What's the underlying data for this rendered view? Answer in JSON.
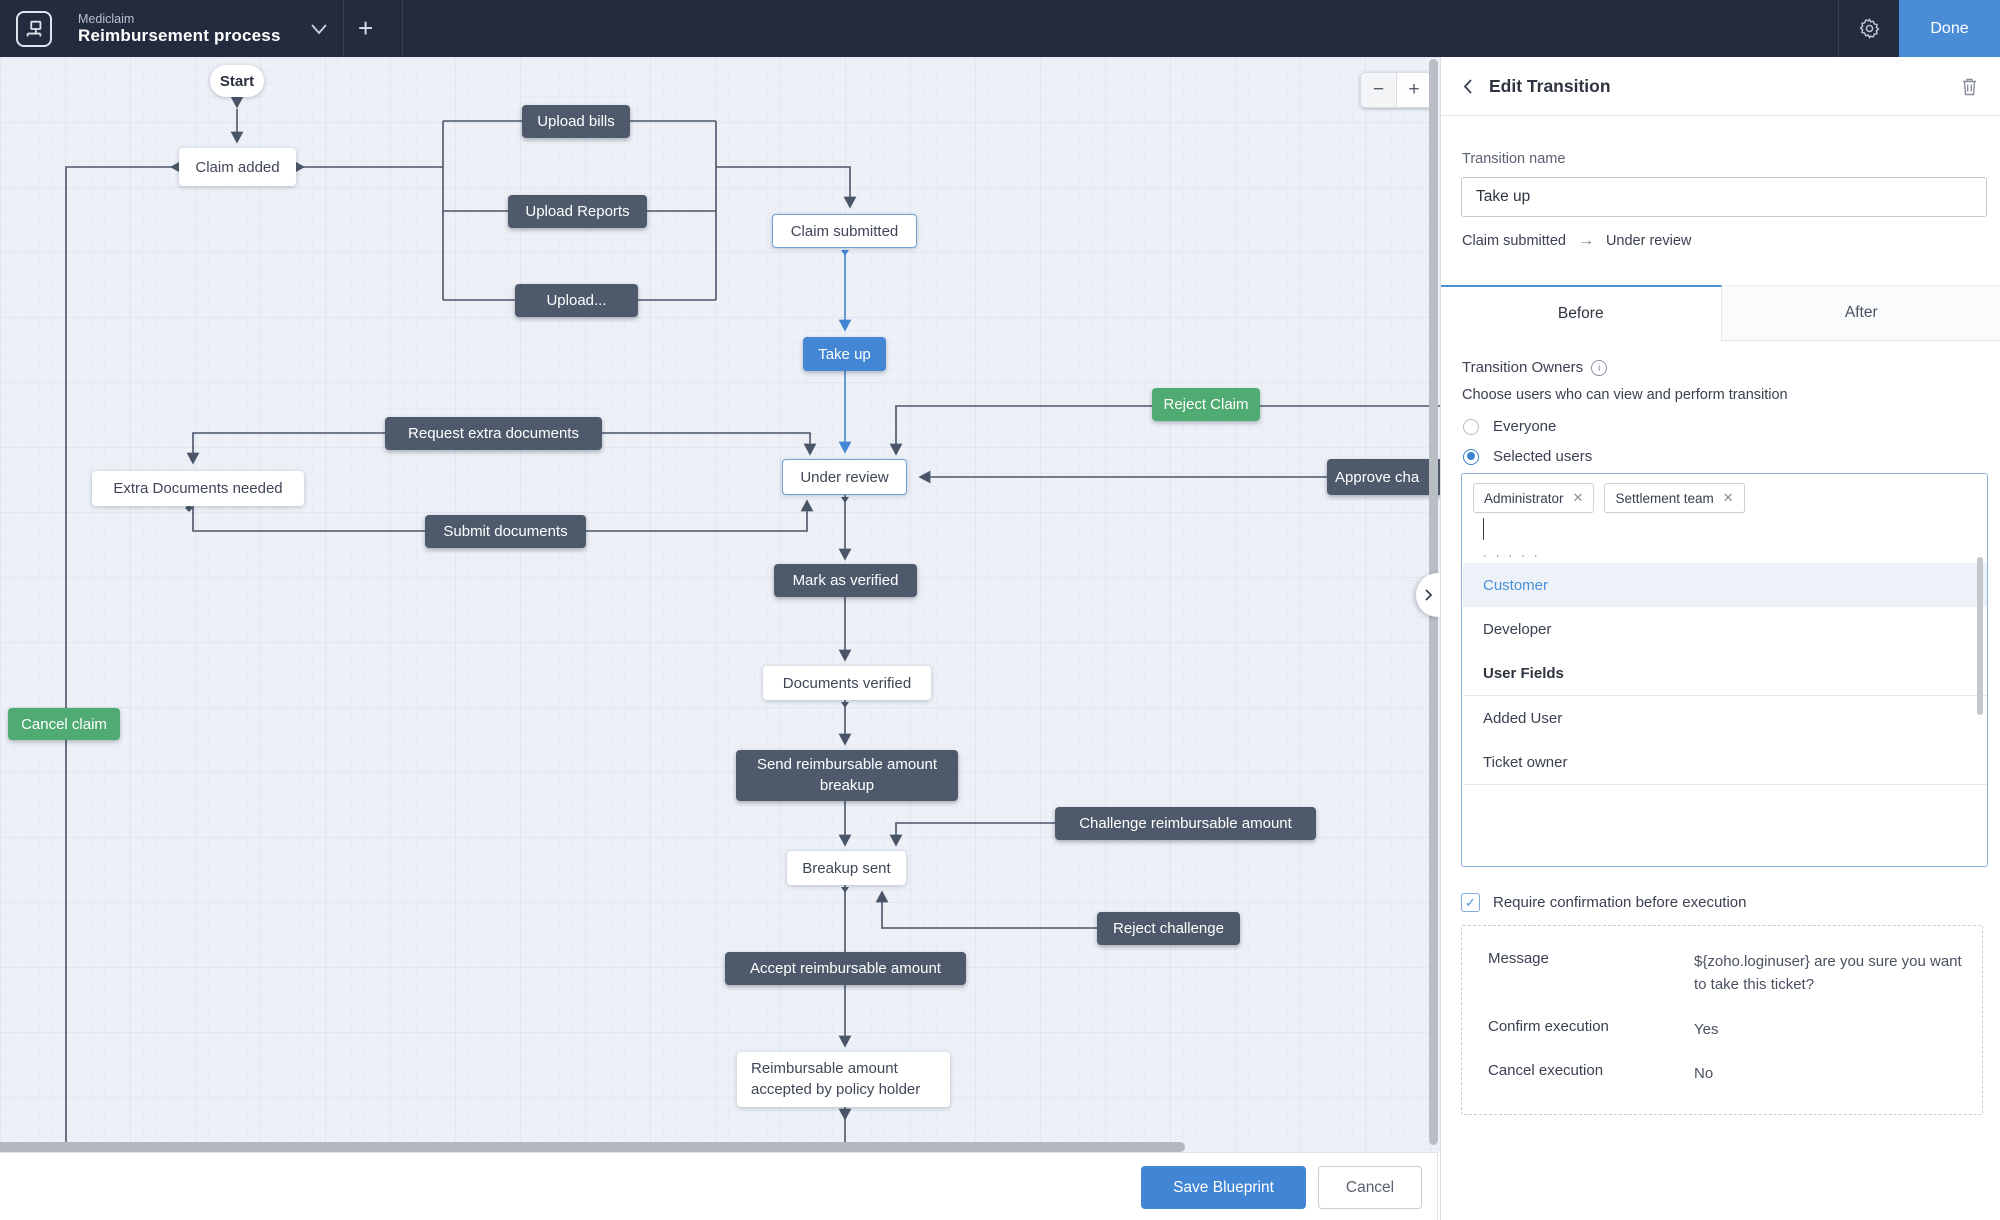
{
  "colors": {
    "topbar": "#232b3e",
    "accent_blue": "#4386d3",
    "node_dark": "#4e5a6c",
    "node_green": "#4fab71",
    "done_button": "#4a8dd6",
    "tab_active": "#4a90d9"
  },
  "topbar": {
    "app_subtitle": "Mediclaim",
    "app_title": "Reimbursement process",
    "done_label": "Done"
  },
  "canvas": {
    "zoom_out_label": "−",
    "zoom_in_label": "+",
    "nodes": {
      "start": {
        "label": "Start",
        "type": "state"
      },
      "claim_added": {
        "label": "Claim added",
        "type": "state"
      },
      "upload_bills": {
        "label": "Upload bills",
        "type": "transition"
      },
      "upload_reports": {
        "label": "Upload Reports",
        "type": "transition"
      },
      "upload_more": {
        "label": "Upload...",
        "type": "transition"
      },
      "claim_submitted": {
        "label": "Claim submitted",
        "type": "state-selected"
      },
      "take_up": {
        "label": "Take up",
        "type": "transition-selected"
      },
      "reject_claim": {
        "label": "Reject Claim",
        "type": "transition-green"
      },
      "request_extra_documents": {
        "label": "Request extra documents",
        "type": "transition"
      },
      "extra_documents_needed": {
        "label": "Extra Documents needed",
        "type": "state"
      },
      "under_review": {
        "label": "Under review",
        "type": "state-selected"
      },
      "approve_challenge": {
        "label": "Approve cha",
        "type": "transition"
      },
      "submit_documents": {
        "label": "Submit documents",
        "type": "transition"
      },
      "mark_as_verified": {
        "label": "Mark as verified",
        "type": "transition"
      },
      "documents_verified": {
        "label": "Documents verified",
        "type": "state"
      },
      "cancel_claim": {
        "label": "Cancel claim",
        "type": "transition-green"
      },
      "send_breakup": {
        "label": "Send reimbursable amount breakup",
        "type": "transition"
      },
      "challenge_amount": {
        "label": "Challenge reimbursable amount",
        "type": "transition"
      },
      "breakup_sent": {
        "label": "Breakup sent",
        "type": "state"
      },
      "reject_challenge": {
        "label": "Reject challenge",
        "type": "transition"
      },
      "accept_amount": {
        "label": "Accept reimbursable amount",
        "type": "transition"
      },
      "reimbursement_accepted": {
        "label": "Reimbursable amount accepted by policy holder",
        "type": "state"
      }
    }
  },
  "panel": {
    "header": {
      "title": "Edit Transition"
    },
    "transition_name_label": "Transition name",
    "transition_name_value": "Take up",
    "route": {
      "from": "Claim submitted",
      "to": "Under review"
    },
    "tabs": {
      "before": "Before",
      "after": "After",
      "active": "Before"
    },
    "owners": {
      "title": "Transition Owners",
      "subtitle": "Choose users who can view and perform transition",
      "options": {
        "everyone": "Everyone",
        "selected_users": "Selected users"
      },
      "selected_option": "Selected users",
      "chips": [
        "Administrator",
        "Settlement team"
      ],
      "dropdown": {
        "clipped_item": "· · · · ·",
        "items": [
          {
            "label": "Customer",
            "highlighted": true
          },
          {
            "label": "Developer",
            "highlighted": false
          }
        ],
        "group_header": "User Fields",
        "group_items": [
          "Added User",
          "Ticket owner"
        ]
      }
    },
    "confirmation": {
      "checkbox_label": "Require confirmation before execution",
      "checked": true,
      "fields": [
        {
          "label": "Message",
          "value": "${zoho.loginuser} are you sure you want to take this ticket?"
        },
        {
          "label": "Confirm execution",
          "value": "Yes"
        },
        {
          "label": "Cancel execution",
          "value": "No"
        }
      ]
    }
  },
  "footer": {
    "save_label": "Save Blueprint",
    "cancel_label": "Cancel"
  }
}
